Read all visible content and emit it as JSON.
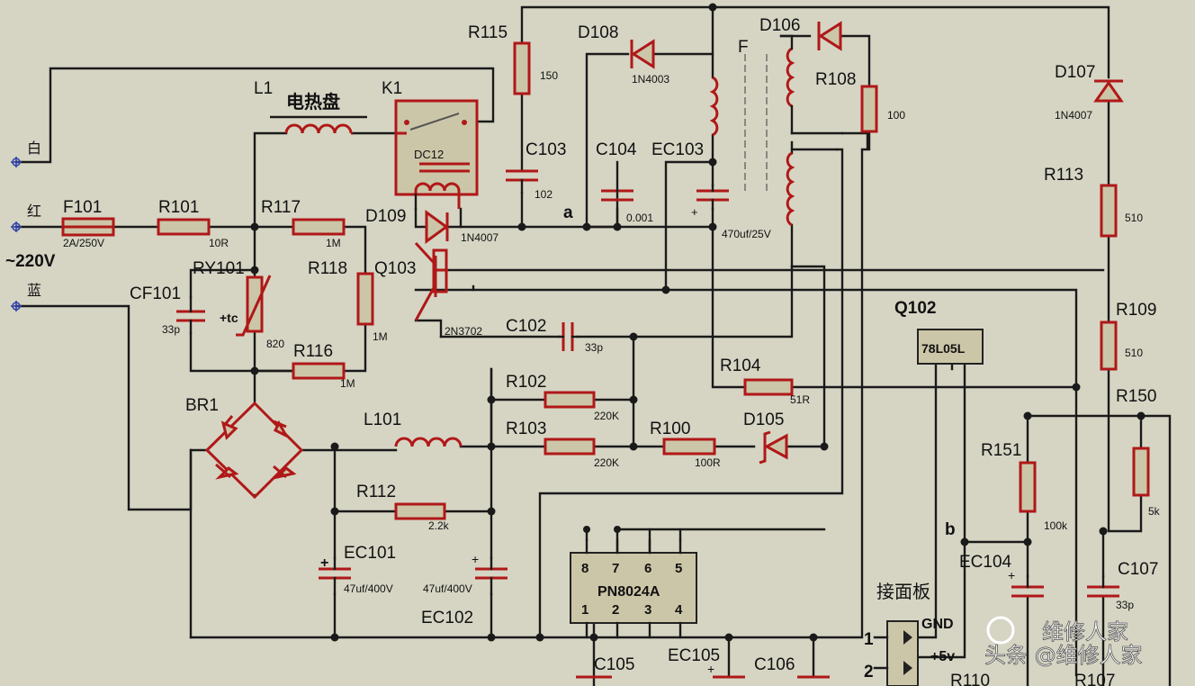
{
  "inputs": {
    "white": "白",
    "red": "红",
    "blue": "蓝",
    "mains": "~220V"
  },
  "components": {
    "F101": {
      "ref": "F101",
      "value": "2A/250V"
    },
    "R101": {
      "ref": "R101",
      "value": "10R"
    },
    "R117": {
      "ref": "R117",
      "value": "1M"
    },
    "R118": {
      "ref": "R118",
      "value": "1M"
    },
    "R116": {
      "ref": "R116",
      "value": "1M"
    },
    "RY101": {
      "ref": "RY101",
      "value": "820",
      "mark": "+tc"
    },
    "CF101": {
      "ref": "CF101",
      "value": "33p"
    },
    "L1": {
      "ref": "L1",
      "name": "电热盘"
    },
    "K1": {
      "ref": "K1",
      "coil": "DC12"
    },
    "D109": {
      "ref": "D109",
      "value": "1N4007"
    },
    "Q103": {
      "ref": "Q103",
      "value": "2N3702"
    },
    "R115": {
      "ref": "R115",
      "value": "150"
    },
    "C103": {
      "ref": "C103",
      "value": "102"
    },
    "D108": {
      "ref": "D108",
      "value": "1N4003"
    },
    "C104": {
      "ref": "C104",
      "value": "0.001"
    },
    "EC103": {
      "ref": "EC103",
      "value": "470uf/25V"
    },
    "T": {
      "ref": "F"
    },
    "D106": {
      "ref": "D106"
    },
    "R108": {
      "ref": "R108",
      "value": "100"
    },
    "D107": {
      "ref": "D107",
      "value": "1N4007"
    },
    "R113": {
      "ref": "R113",
      "value": "510"
    },
    "R109": {
      "ref": "R109",
      "value": "510"
    },
    "R150": {
      "ref": "R150"
    },
    "Q102": {
      "ref": "Q102",
      "value": "78L05L"
    },
    "R104": {
      "ref": "R104",
      "value": "51R"
    },
    "C102": {
      "ref": "C102",
      "value": "33p"
    },
    "R102": {
      "ref": "R102",
      "value": "220K"
    },
    "R103": {
      "ref": "R103",
      "value": "220K"
    },
    "R100": {
      "ref": "R100",
      "value": "100R"
    },
    "D105": {
      "ref": "D105"
    },
    "BR1": {
      "ref": "BR1"
    },
    "L101": {
      "ref": "L101"
    },
    "R112": {
      "ref": "R112",
      "value": "2.2k"
    },
    "EC101": {
      "ref": "EC101",
      "value": "47uf/400V"
    },
    "EC102": {
      "ref": "EC102",
      "value": "47uf/400V"
    },
    "U1": {
      "ref": "PN8024A",
      "pins": [
        "8",
        "7",
        "6",
        "5",
        "1",
        "2",
        "3",
        "4"
      ]
    },
    "R151": {
      "ref": "R151",
      "value": "100k"
    },
    "R150v": {
      "value": "5k"
    },
    "EC104": {
      "ref": "EC104"
    },
    "C107": {
      "ref": "C107",
      "value": "33p"
    },
    "C105": {
      "ref": "C105"
    },
    "EC105": {
      "ref": "EC105"
    },
    "C106": {
      "ref": "C106"
    },
    "R110": {
      "ref": "R110"
    },
    "R107": {
      "ref": "R107"
    }
  },
  "nodes": {
    "a": "a",
    "b": "b"
  },
  "connector": {
    "title": "接面板",
    "pin1": "1",
    "pin2": "2",
    "gnd": "GND",
    "vcc": "+5v"
  },
  "polarity": "+",
  "watermark": {
    "line1": "维修人家",
    "line2": "头条 @维修人家"
  },
  "colors": {
    "wire": "#1a1a1a",
    "component": "#b01818",
    "background": "#d6d5c4"
  }
}
